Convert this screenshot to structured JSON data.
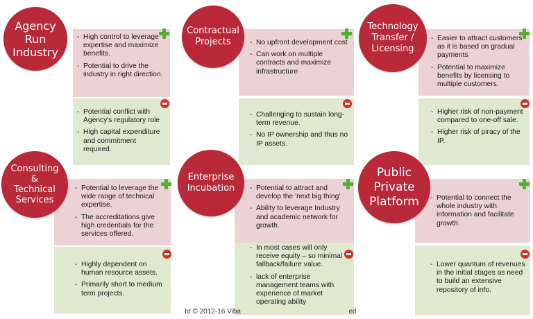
{
  "models": [
    {
      "title": "Agency\nRun\nIndustry",
      "pros": [
        "High control to leverage expertise and maximize benefits.",
        "Potential to drive the industry in right direction."
      ],
      "cons": [
        "Potential conflict with Agency's regulatory role",
        "High capital expenditure and commitment  required."
      ]
    },
    {
      "title": "Contractual\nProjects",
      "pros": [
        "No upfront development cost",
        "Can work on multiple contracts and maximize infrastructure"
      ],
      "cons": [
        "Challenging to sustain long-term revenue.",
        "No IP ownership and thus no IP assets."
      ]
    },
    {
      "title": "Technology\nTransfer /\nLicensing",
      "pros": [
        "Easier to attract customers as it is based on gradual  payments",
        "Potential to maximize benefits by licensing to multiple customers."
      ],
      "cons": [
        "Higher risk of non-payment compared to one-off sale.",
        "Higher risk of piracy of the IP."
      ]
    },
    {
      "title": "Consulting\n&\nTechnical\nServices",
      "pros": [
        "Potential to  leverage the wide range of technical expertise.",
        "The accreditations  give high credentials for the services offered."
      ],
      "cons": [
        "Highly dependent on human resource assets.",
        "Primarily short to medium term projects."
      ]
    },
    {
      "title": "Enterprise\nIncubation",
      "pros": [
        "Potential to attract and develop the 'next big thing'",
        "Ability to leverage Industry and academic network for growth."
      ],
      "cons": [
        "In most cases will only receive equity – so minimal fallback/failure value.",
        "lack of enterprise management teams with experience of market operating ability"
      ]
    },
    {
      "title": "Public\nPrivate\nPlatform",
      "pros": [
        "Potential to connect the whole industry with information and facilitate growth."
      ],
      "cons": [
        "Lower quantum of revenues in the initial stages as need to build an extensive repository of info."
      ]
    }
  ],
  "footer": "ht © 2012-16 Viba",
  "footer_tail": "ed",
  "colors": {
    "circle": "#b9293a",
    "pros_bg": "#ead2d5",
    "cons_bg": "#dfe9cf",
    "plus": "#52b031",
    "minus": "#d42d2d"
  },
  "icons": {
    "pros": "plus-icon",
    "cons": "minus-icon"
  }
}
